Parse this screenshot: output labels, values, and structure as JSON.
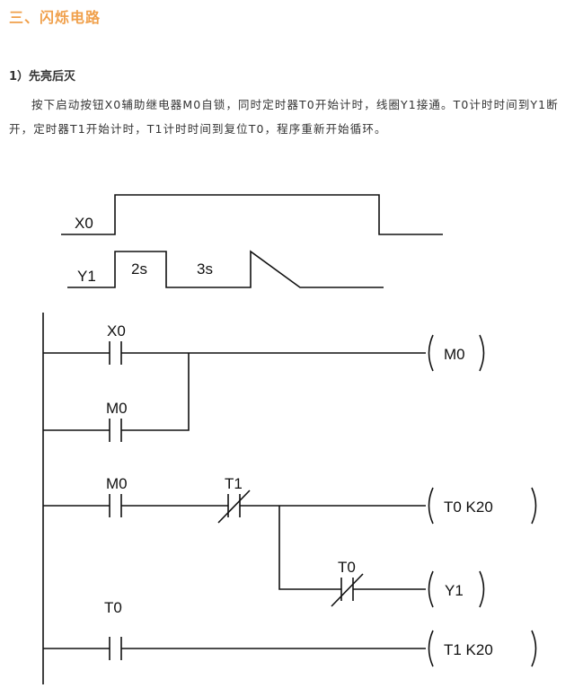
{
  "section_title": "三、闪烁电路",
  "sub_title": "1）先亮后灭",
  "paragraph": "按下启动按钮X0辅助继电器M0自锁，同时定时器T0开始计时，线圈Y1接通。T0计时时间到Y1断开，定时器T1开始计时，T1计时时间到复位T0，程序重新开始循环。",
  "timing": {
    "x0_label": "X0",
    "y1_label": "Y1",
    "on_time_label": "2s",
    "off_time_label": "3s"
  },
  "ladder": {
    "rung1": {
      "contact_label": "X0",
      "coil_label": "M0"
    },
    "branch1": {
      "contact_label": "M0"
    },
    "rung2": {
      "contact1_label": "M0",
      "contact2_label": "T1",
      "coil_label": "T0 K20"
    },
    "branch2": {
      "contact_label": "T0",
      "coil_label": "Y1"
    },
    "rung3": {
      "contact_label": "T0",
      "coil_label": "T1 K20"
    }
  }
}
